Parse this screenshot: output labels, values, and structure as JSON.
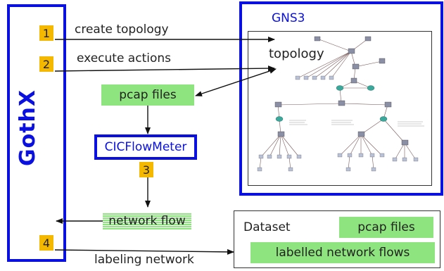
{
  "gothx": {
    "label": "GothX"
  },
  "steps": [
    {
      "number": "1",
      "label": "create topology"
    },
    {
      "number": "2",
      "label": "execute actions"
    },
    {
      "number": "3"
    },
    {
      "number": "4",
      "label": "labeling network"
    }
  ],
  "gns3": {
    "title": "GNS3",
    "topology_label": "topology"
  },
  "pipeline": {
    "pcap_files": "pcap files",
    "cicflowmeter": "CICFlowMeter",
    "network_flow": "network flow"
  },
  "dataset": {
    "title": "Dataset",
    "pcap_files": "pcap files",
    "labelled_flows": "labelled network flows"
  },
  "colors": {
    "accent_blue": "#0a10e0",
    "step_orange": "#f5b800",
    "box_green": "#8ee47e"
  }
}
